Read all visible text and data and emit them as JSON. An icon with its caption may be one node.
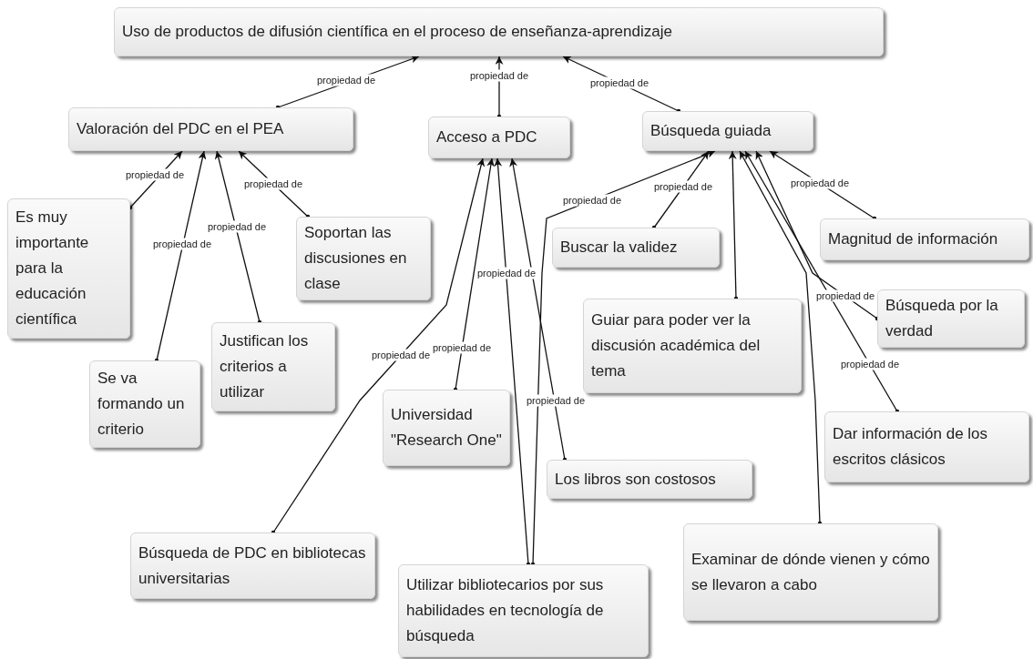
{
  "diagram": {
    "nodes": [
      {
        "text": [
          "Uso de productos de difusión científica en el proceso de enseñanza-aprendizaje"
        ]
      },
      {
        "text": [
          "Valoración del PDC en el PEA"
        ]
      },
      {
        "text": [
          "Acceso a PDC"
        ]
      },
      {
        "text": [
          "Búsqueda guiada"
        ]
      },
      {
        "text": [
          "Es muy importante para la educación científica"
        ]
      },
      {
        "text": [
          "Se va formando un criterio"
        ]
      },
      {
        "text": [
          "Justifican los criterios a utilizar"
        ]
      },
      {
        "text": [
          "Soportan las discusiones en clase"
        ]
      },
      {
        "text": [
          "Búsqueda de PDC en bibliotecas universitarias"
        ]
      },
      {
        "text": [
          "Universidad \"Research One\""
        ]
      },
      {
        "text": [
          "Los libros son costosos"
        ]
      },
      {
        "text": [
          "Utilizar bibliotecarios por sus habilidades en tecnología de búsqueda"
        ]
      },
      {
        "text": [
          "Buscar la validez"
        ]
      },
      {
        "text": [
          "Magnitud de información"
        ]
      },
      {
        "text": [
          "Guiar para poder ver la discusión académica del tema"
        ]
      },
      {
        "text": [
          "Búsqueda por la verdad"
        ]
      },
      {
        "text": [
          "Dar información de los escritos clásicos"
        ]
      },
      {
        "text": [
          "Examinar de dónde vienen y cómo se llevaron a cabo"
        ]
      }
    ],
    "edges": [
      {
        "from": 1,
        "to": 0,
        "arrow": "to",
        "label": "propiedad de"
      },
      {
        "from": 2,
        "to": 0,
        "arrow": "to",
        "label": "propiedad de"
      },
      {
        "from": 3,
        "to": 0,
        "arrow": "to",
        "label": "propiedad de"
      },
      {
        "from": 4,
        "to": 1,
        "arrow": "to",
        "label": "propiedad de"
      },
      {
        "from": 5,
        "to": 1,
        "arrow": "to",
        "label": "propiedad de"
      },
      {
        "from": 6,
        "to": 1,
        "arrow": "to",
        "label": "propiedad de"
      },
      {
        "from": 7,
        "to": 1,
        "arrow": "to",
        "label": "propiedad de"
      },
      {
        "from": 8,
        "to": 2,
        "arrow": "to",
        "label": "propiedad de"
      },
      {
        "from": 9,
        "to": 2,
        "arrow": "to",
        "label": "propiedad de"
      },
      {
        "from": 11,
        "to": 2,
        "arrow": "to",
        "label": "propiedad de"
      },
      {
        "from": 10,
        "to": 2,
        "arrow": "to",
        "label": "propiedad de"
      },
      {
        "from": 12,
        "to": 3,
        "arrow": "to",
        "label": "propiedad de"
      },
      {
        "from": 11,
        "to": 3,
        "arrow": "to",
        "label": "propiedad de"
      },
      {
        "from": 14,
        "to": 3,
        "arrow": "to"
      },
      {
        "from": 17,
        "to": 3,
        "arrow": "to"
      },
      {
        "from": 16,
        "to": 3,
        "arrow": "to",
        "label": "propiedad de"
      },
      {
        "from": 15,
        "to": 3,
        "arrow": "to",
        "label": "propiedad de"
      },
      {
        "from": 13,
        "to": 3,
        "arrow": "to",
        "label": "propiedad de"
      }
    ]
  }
}
